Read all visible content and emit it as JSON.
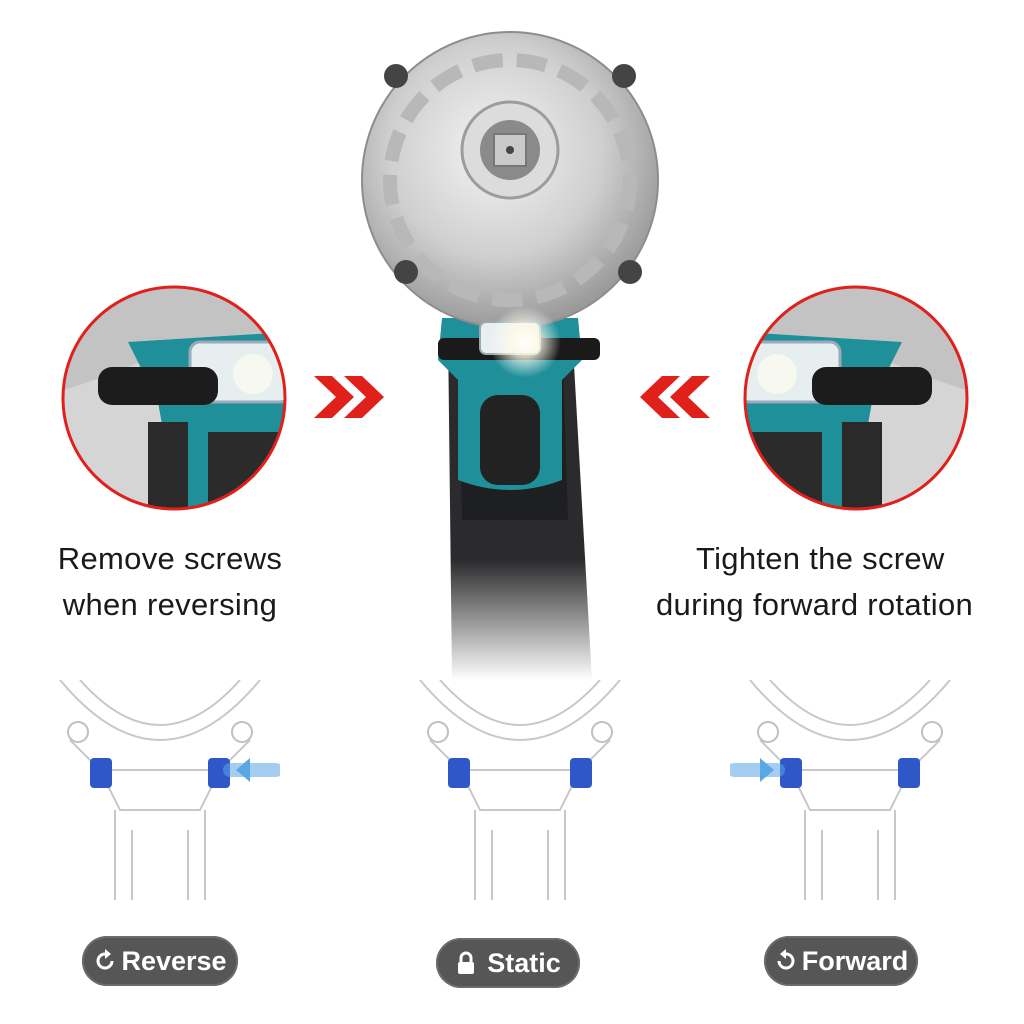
{
  "captions": {
    "left": [
      "Remove screws",
      "when reversing"
    ],
    "right": [
      "Tighten the screw",
      "during forward rotation"
    ]
  },
  "modes": {
    "reverse": {
      "label": "Reverse",
      "icon": "counterclockwise-arrow-icon"
    },
    "static": {
      "label": "Static",
      "icon": "lock-icon"
    },
    "forward": {
      "label": "Forward",
      "icon": "clockwise-arrow-icon"
    }
  },
  "colors": {
    "accent_red": "#e0201b",
    "teal": "#1f8f99",
    "selector_blue": "#2f57c8",
    "pill_bg": "#565656",
    "arrow_blue": "#5aa7e6"
  }
}
